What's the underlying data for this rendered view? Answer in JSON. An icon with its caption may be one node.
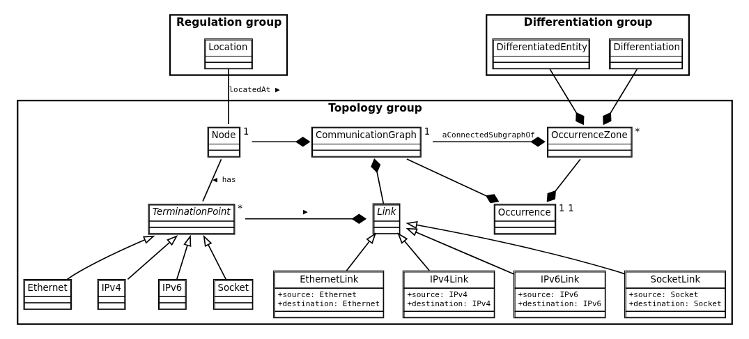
{
  "diagram": {
    "nodes": [
      {
        "text": [
          "Regulation group"
        ]
      },
      {
        "text": [
          "Location"
        ],
        "in": 0
      },
      {
        "text": [
          "Differentiation group"
        ]
      },
      {
        "text": [
          "DifferentiatedEntity"
        ],
        "in": 2
      },
      {
        "text": [
          "Differentiation"
        ],
        "in": 2
      },
      {
        "text": [
          "Topology group"
        ]
      },
      {
        "text": [
          "Node"
        ],
        "in": 5,
        "beside": [
          "1"
        ]
      },
      {
        "text": [
          "CommunicationGraph"
        ],
        "in": 5,
        "beside": [
          "1"
        ]
      },
      {
        "text": [
          "OccurrenceZone"
        ],
        "in": 5,
        "beside": [
          "*"
        ]
      },
      {
        "text": [
          "TerminationPoint"
        ],
        "in": 5,
        "beside": [
          "*"
        ]
      },
      {
        "text": [
          "Link"
        ],
        "in": 5
      },
      {
        "text": [
          "Occurrence"
        ],
        "in": 5,
        "beside": [
          "1",
          "1"
        ]
      },
      {
        "text": [
          "Ethernet"
        ],
        "in": 5
      },
      {
        "text": [
          "IPv4"
        ],
        "in": 5
      },
      {
        "text": [
          "IPv6"
        ],
        "in": 5
      },
      {
        "text": [
          "Socket"
        ],
        "in": 5
      },
      {
        "text": [
          "EthernetLink",
          "+source: Ethernet",
          "+destination: Ethernet"
        ],
        "in": 5
      },
      {
        "text": [
          "IPv4Link",
          "+source: IPv4",
          "+destination: IPv4"
        ],
        "in": 5
      },
      {
        "text": [
          "IPv6Link",
          "+source: IPv6",
          "+destination: IPv6"
        ],
        "in": 5
      },
      {
        "text": [
          "SocketLink",
          "+source: Socket",
          "+destination: Socket"
        ],
        "in": 5
      }
    ],
    "edges": [
      {
        "from": 1,
        "to": 6,
        "arrow": "none",
        "label": "locatedAt ▶"
      },
      {
        "from": 6,
        "to": 7,
        "arrow": "other"
      },
      {
        "from": 6,
        "to": 9,
        "arrow": "none",
        "label": "◀ has"
      },
      {
        "from": 3,
        "to": 8,
        "arrow": "other"
      },
      {
        "from": 4,
        "to": 8,
        "arrow": "other"
      },
      {
        "from": 7,
        "to": 8,
        "arrow": "other",
        "label": "aConnectedSubgraphOf"
      },
      {
        "from": 10,
        "to": 7,
        "arrow": "other"
      },
      {
        "from": 9,
        "to": 10,
        "arrow": "other",
        "label": "▶"
      },
      {
        "from": 7,
        "to": 11,
        "arrow": "other"
      },
      {
        "from": 8,
        "to": 11,
        "arrow": "other"
      },
      {
        "from": 12,
        "to": 9,
        "arrow": "to"
      },
      {
        "from": 13,
        "to": 9,
        "arrow": "to"
      },
      {
        "from": 14,
        "to": 9,
        "arrow": "to"
      },
      {
        "from": 15,
        "to": 9,
        "arrow": "to"
      },
      {
        "from": 16,
        "to": 10,
        "arrow": "to"
      },
      {
        "from": 17,
        "to": 10,
        "arrow": "to"
      },
      {
        "from": 18,
        "to": 10,
        "arrow": "to"
      },
      {
        "from": 19,
        "to": 10,
        "arrow": "to"
      }
    ]
  }
}
